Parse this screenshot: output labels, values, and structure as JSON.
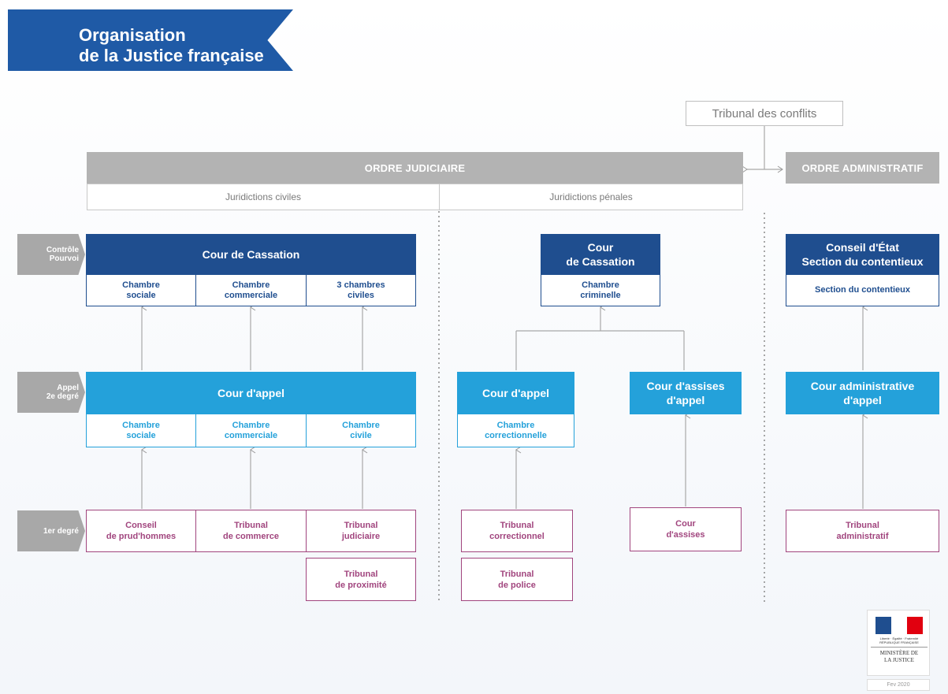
{
  "title": "Organisation\nde la Justice française",
  "tribunal_conflits": "Tribunal des conflits",
  "ordre_judiciaire": "ORDRE JUDICIAIRE",
  "ordre_administratif": "ORDRE ADMINISTRATIF",
  "juridictions_civiles": "Juridictions civiles",
  "juridictions_penales": "Juridictions pénales",
  "tags": {
    "controle": "Contrôle\nPourvoi",
    "appel": "Appel\n2e degré",
    "premier": "1er degré"
  },
  "civil": {
    "cassation": "Cour de Cassation",
    "cassation_chambres": [
      "Chambre\nsociale",
      "Chambre\ncommerciale",
      "3 chambres\nciviles"
    ],
    "appel": "Cour d'appel",
    "appel_chambres": [
      "Chambre\nsociale",
      "Chambre\ncommerciale",
      "Chambre\ncivile"
    ],
    "premier": [
      "Conseil\nde prud'hommes",
      "Tribunal\nde commerce",
      "Tribunal\njudiciaire"
    ],
    "proximite": "Tribunal\nde proximité"
  },
  "penal": {
    "cassation": "Cour\nde Cassation",
    "cassation_chambre": "Chambre\ncriminelle",
    "appel": "Cour d'appel",
    "appel_chambre": "Chambre\ncorrectionnelle",
    "assises_appel": "Cour d'assises\nd'appel",
    "correctionnel": "Tribunal\ncorrectionnel",
    "police": "Tribunal\nde police",
    "assises": "Cour\nd'assises"
  },
  "admin": {
    "conseil": "Conseil d'État\nSection du contentieux",
    "section": "Section du contentieux",
    "cour": "Cour administrative\nd'appel",
    "tribunal": "Tribunal\nadministratif"
  },
  "logo": {
    "motto": "Liberté · Égalité · Fraternité  RÉPUBLIQUE FRANÇAISE",
    "ministry": "MINISTÈRE DE\nLA JUSTICE",
    "date": "Fev 2020"
  },
  "colors": {
    "dark_blue": "#1f4e8f",
    "light_blue": "#24a1da",
    "purple": "#a1457e",
    "grey": "#b3b3b3"
  }
}
